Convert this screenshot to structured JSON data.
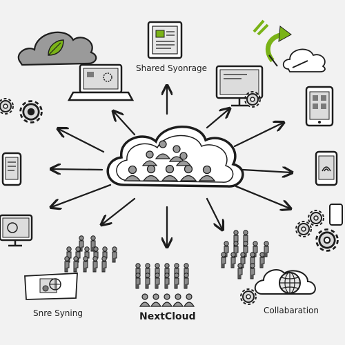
{
  "labels": {
    "shared_storage": "Shared Syonrage",
    "file_syncing": "Snre Syning",
    "brand": "NextCloud",
    "collaboration": "Collabaration"
  },
  "colors": {
    "ink": "#1d1d1d",
    "accent_green": "#7ab317",
    "cloud_fill_grey": "#9a9a9a",
    "background": "#f2f2f2"
  },
  "icons": [
    "cloud-leaf-icon",
    "document-tablet-icon",
    "green-refresh-arrows-icon",
    "laptop-icon",
    "desktop-monitor-icon",
    "gears-icon",
    "tablet-icon",
    "phone-icon",
    "globe-cloud-icon",
    "people-group-icon",
    "central-cloud-icon"
  ]
}
